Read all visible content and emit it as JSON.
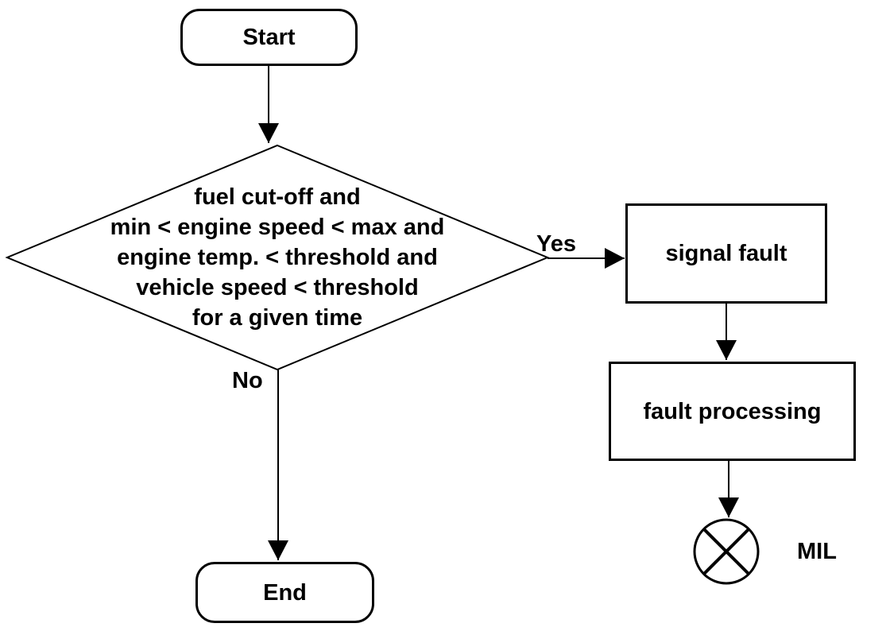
{
  "diagram": {
    "type": "flowchart",
    "colors": {
      "background": "#ffffff",
      "stroke": "#000000",
      "text": "#000000"
    },
    "nodes": {
      "start": {
        "type": "terminator",
        "label": "Start"
      },
      "decision": {
        "type": "decision",
        "label": "fuel cut-off and\nmin < engine speed < max and\nengine temp. < threshold and\nvehicle speed < threshold\nfor a given time"
      },
      "signal_fault": {
        "type": "process",
        "label": "signal fault"
      },
      "fault_processing": {
        "type": "process",
        "label": "fault processing"
      },
      "mil_indicator": {
        "type": "lamp-symbol",
        "label": "MIL"
      },
      "end": {
        "type": "terminator",
        "label": "End"
      }
    },
    "edges": [
      {
        "from": "start",
        "to": "decision",
        "label": ""
      },
      {
        "from": "decision",
        "to": "signal_fault",
        "label": "Yes"
      },
      {
        "from": "decision",
        "to": "end",
        "label": "No"
      },
      {
        "from": "signal_fault",
        "to": "fault_processing",
        "label": ""
      },
      {
        "from": "fault_processing",
        "to": "mil_indicator",
        "label": ""
      }
    ]
  }
}
